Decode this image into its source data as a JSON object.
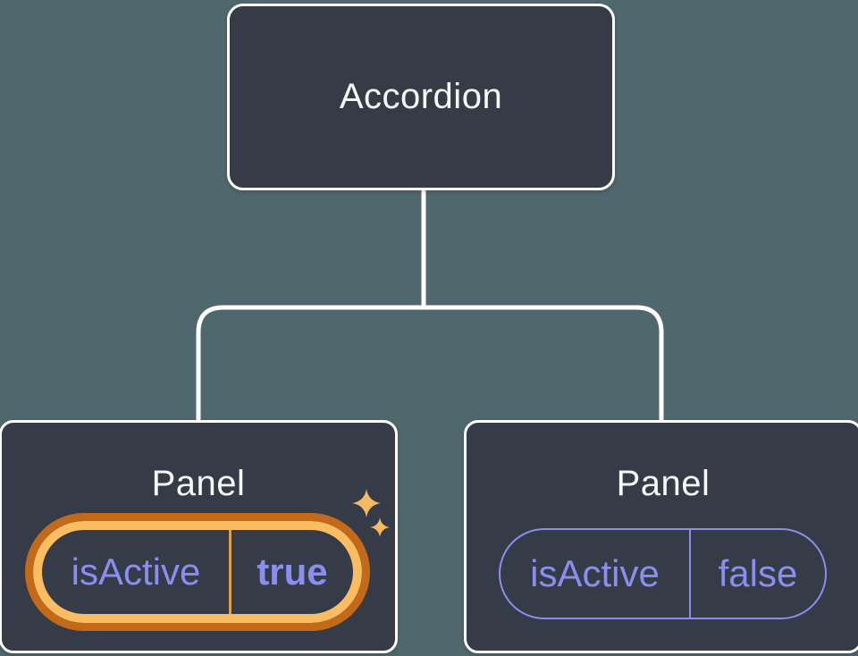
{
  "colors": {
    "background": "#4E686E",
    "node_fill": "#353B47",
    "node_border": "#FFFFFF",
    "connector": "#FFFFFF",
    "title_text": "#F6F7F9",
    "state_purple": "#8A8EF0",
    "highlight_orange_dark": "#C2691A",
    "highlight_orange_light": "#FABD62",
    "highlight_divider": "#DF9F4A",
    "sparkle": "#F8BA61"
  },
  "tree": {
    "root": {
      "label": "Accordion"
    },
    "children": [
      {
        "label": "Panel",
        "state": {
          "key": "isActive",
          "value": "true"
        },
        "highlighted": true
      },
      {
        "label": "Panel",
        "state": {
          "key": "isActive",
          "value": "false"
        },
        "highlighted": false
      }
    ]
  },
  "icons": {
    "sparkles": "sparkles-icon"
  }
}
